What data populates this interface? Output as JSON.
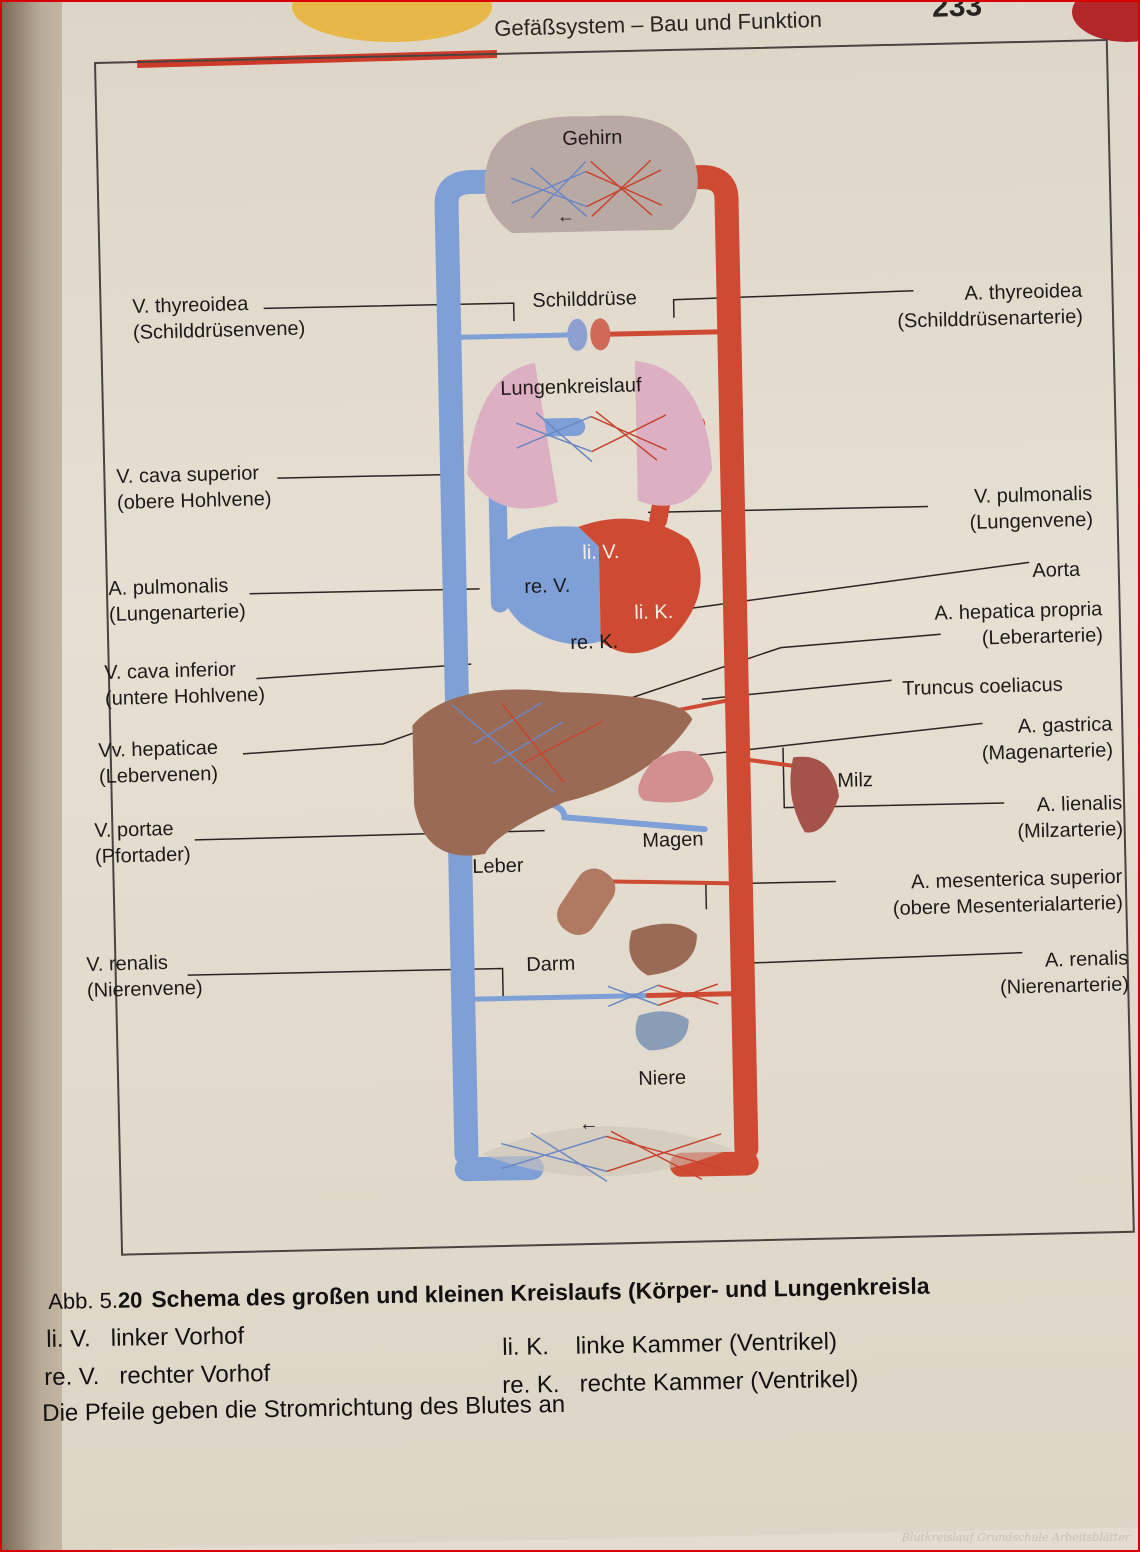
{
  "header": {
    "title": "Gefäßsystem – Bau und Funktion",
    "page_number": "233"
  },
  "labels_left": [
    {
      "id": "v-thyreoidea",
      "line1": "V. thyreoidea",
      "line2": "(Schilddrüsenvene)"
    },
    {
      "id": "v-cava-superior",
      "line1": "V. cava superior",
      "line2": "(obere Hohlvene)"
    },
    {
      "id": "a-pulmonalis",
      "line1": "A. pulmonalis",
      "line2": "(Lungenarterie)"
    },
    {
      "id": "v-cava-inferior",
      "line1": "V. cava inferior",
      "line2": "(untere Hohlvene)"
    },
    {
      "id": "vv-hepaticae",
      "line1": "Vv. hepaticae",
      "line2": "(Lebervenen)"
    },
    {
      "id": "v-portae",
      "line1": "V. portae",
      "line2": "(Pfortader)"
    },
    {
      "id": "v-renalis",
      "line1": "V. renalis",
      "line2": "(Nierenvene)"
    }
  ],
  "labels_right": [
    {
      "id": "a-thyreoidea",
      "line1": "A. thyreoidea",
      "line2": "(Schilddrüsenarterie)"
    },
    {
      "id": "v-pulmonalis",
      "line1": "V. pulmonalis",
      "line2": "(Lungenvene)"
    },
    {
      "id": "aorta",
      "line1": "Aorta",
      "line2": ""
    },
    {
      "id": "a-hepatica-propria",
      "line1": "A. hepatica propria",
      "line2": "(Leberarterie)"
    },
    {
      "id": "truncus-coeliacus",
      "line1": "Truncus coeliacus",
      "line2": ""
    },
    {
      "id": "a-gastrica",
      "line1": "A. gastrica",
      "line2": "(Magenarterie)"
    },
    {
      "id": "a-lienalis",
      "line1": "A. lienalis",
      "line2": "(Milzarterie)"
    },
    {
      "id": "a-mesenterica-superior",
      "line1": "A. mesenterica superior",
      "line2": "(obere Mesenterialarterie)"
    },
    {
      "id": "a-renalis",
      "line1": "A. renalis",
      "line2": "(Nierenarterie)"
    }
  ],
  "organs": {
    "gehirn": "Gehirn",
    "schilddruese": "Schilddrüse",
    "lungenkreislauf": "Lungenkreislauf",
    "li_v": "li. V.",
    "re_v": "re. V.",
    "li_k": "li. K.",
    "re_k": "re. K.",
    "milz": "Milz",
    "magen": "Magen",
    "leber": "Leber",
    "darm": "Darm",
    "niere": "Niere"
  },
  "caption": {
    "number_prefix": "Abb. 5.",
    "number_bold": "20",
    "title": "Schema des großen und kleinen Kreislaufs (Körper- und Lungenkreisla",
    "legend": [
      {
        "abbr": "li. V.",
        "text": "linker Vorhof"
      },
      {
        "abbr": "re. V.",
        "text": "rechter Vorhof"
      },
      {
        "abbr": "li. K.",
        "text": "linke Kammer (Ventrikel)"
      },
      {
        "abbr": "re. K.",
        "text": "rechte Kammer (Ventrikel)"
      }
    ],
    "note": "Die Pfeile geben die Stromrichtung des Blutes an"
  },
  "watermark": "Blutkreislauf Grundschule Arbeitsblätter",
  "colors": {
    "vein": "#7fa0d6",
    "artery": "#cf4a32",
    "organ": "#9b6a55",
    "lung": "#dcb0c2",
    "brain": "#b9a9a4"
  }
}
